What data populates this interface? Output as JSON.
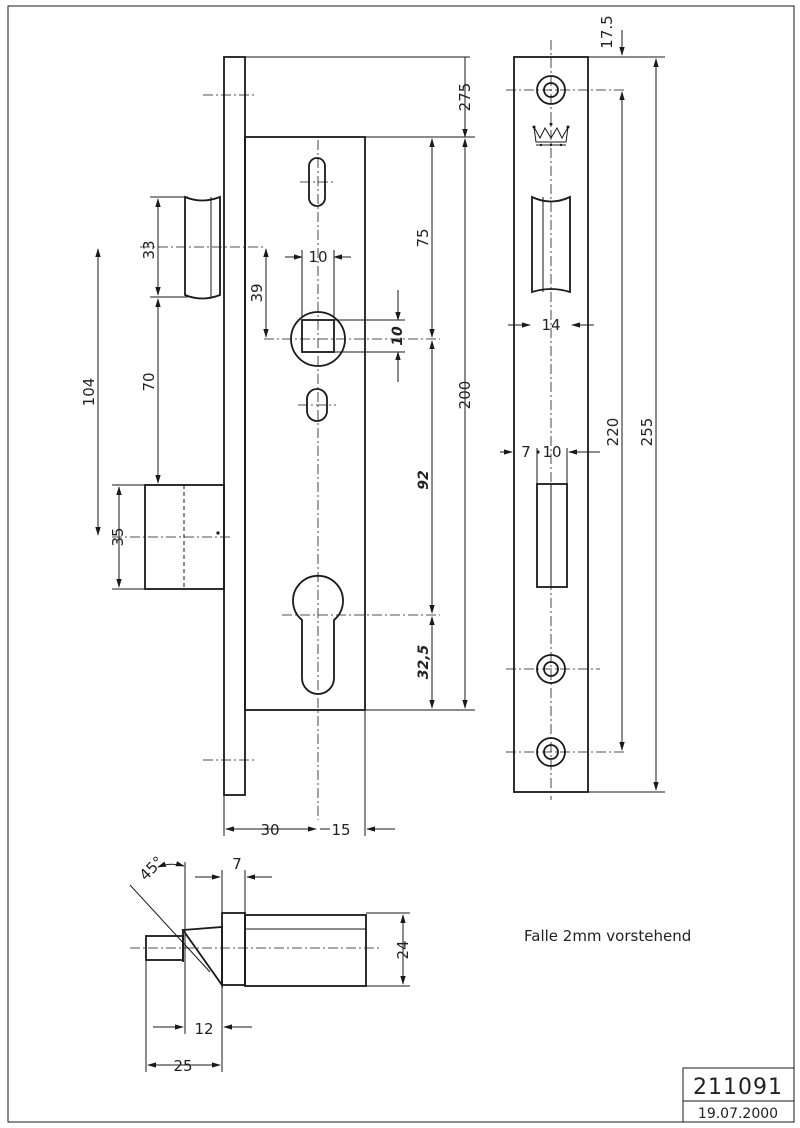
{
  "drawing": {
    "dimensions": {
      "d_17_5": "17.5",
      "d_275": "275",
      "d_75": "75",
      "d_200": "200",
      "d_92": "92",
      "d_32_5": "32,5",
      "d_10_hub": "10",
      "d_10_square": "10",
      "d_39": "39",
      "d_33": "33",
      "d_104": "104",
      "d_70": "70",
      "d_35": "35",
      "d_30": "30",
      "d_15": "15",
      "d_14": "14",
      "d_7_plate": "7",
      "d_10_plate": "10",
      "d_220": "220",
      "d_255": "255",
      "d_45": "45°",
      "d_7_latch": "7",
      "d_24": "24",
      "d_12": "12",
      "d_25": "25"
    },
    "note": "Falle 2mm vorstehend",
    "title_block": {
      "number": "211091",
      "date": "19.07.2000"
    }
  }
}
